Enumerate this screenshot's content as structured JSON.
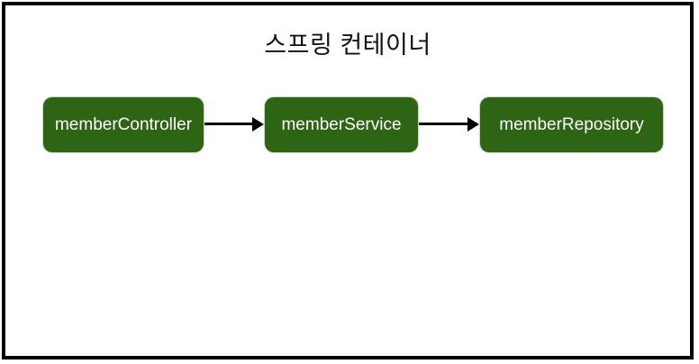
{
  "diagram": {
    "title": "스프링 컨테이너",
    "nodes": [
      {
        "id": "memberController",
        "label": "memberController"
      },
      {
        "id": "memberService",
        "label": "memberService"
      },
      {
        "id": "memberRepository",
        "label": "memberRepository"
      }
    ],
    "edges": [
      {
        "from": "memberController",
        "to": "memberService"
      },
      {
        "from": "memberService",
        "to": "memberRepository"
      }
    ],
    "colors": {
      "node_fill": "#2d6515",
      "node_text": "#ffffff",
      "frame_border": "#000000",
      "arrow": "#000000",
      "background": "#ffffff",
      "title_text": "#111111"
    }
  }
}
